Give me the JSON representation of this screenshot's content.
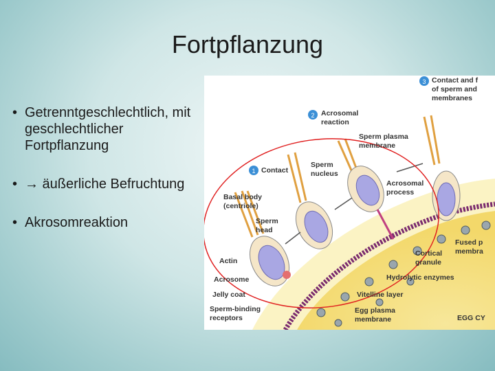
{
  "slide": {
    "title": "Fortpflanzung",
    "bullets": [
      "Getrenntgeschlechtlich, mit geschlechtlicher Fortpflanzung",
      "→ äußerliche Befruchtung",
      "Akrosomreaktion"
    ]
  },
  "figure": {
    "steps": [
      {
        "num": "1",
        "label": "Contact"
      },
      {
        "num": "2",
        "label_lines": [
          "Acrosomal",
          "reaction"
        ]
      },
      {
        "num": "3",
        "label_lines": [
          "Contact and f",
          "of sperm and",
          "membranes"
        ]
      }
    ],
    "labels": {
      "basal_body": [
        "Basal body",
        "(centriole)"
      ],
      "sperm_head": [
        "Sperm",
        "head"
      ],
      "actin": "Actin",
      "acrosome": "Acrosome",
      "jelly_coat": "Jelly coat",
      "sperm_binding": [
        "Sperm-binding",
        "receptors"
      ],
      "sperm_nucleus": [
        "Sperm",
        "nucleus"
      ],
      "sperm_plasma": [
        "Sperm plasma",
        "membrane"
      ],
      "acrosomal_process": [
        "Acrosomal",
        "process"
      ],
      "cortical_granule": [
        "Cortical",
        "granule"
      ],
      "hydrolytic": "Hydrolytic enzymes",
      "vitelline": "Vitelline layer",
      "egg_plasma": [
        "Egg plasma",
        "membrane"
      ],
      "fused": [
        "Fused p",
        "membra"
      ],
      "egg_cy": "EGG CY"
    }
  }
}
